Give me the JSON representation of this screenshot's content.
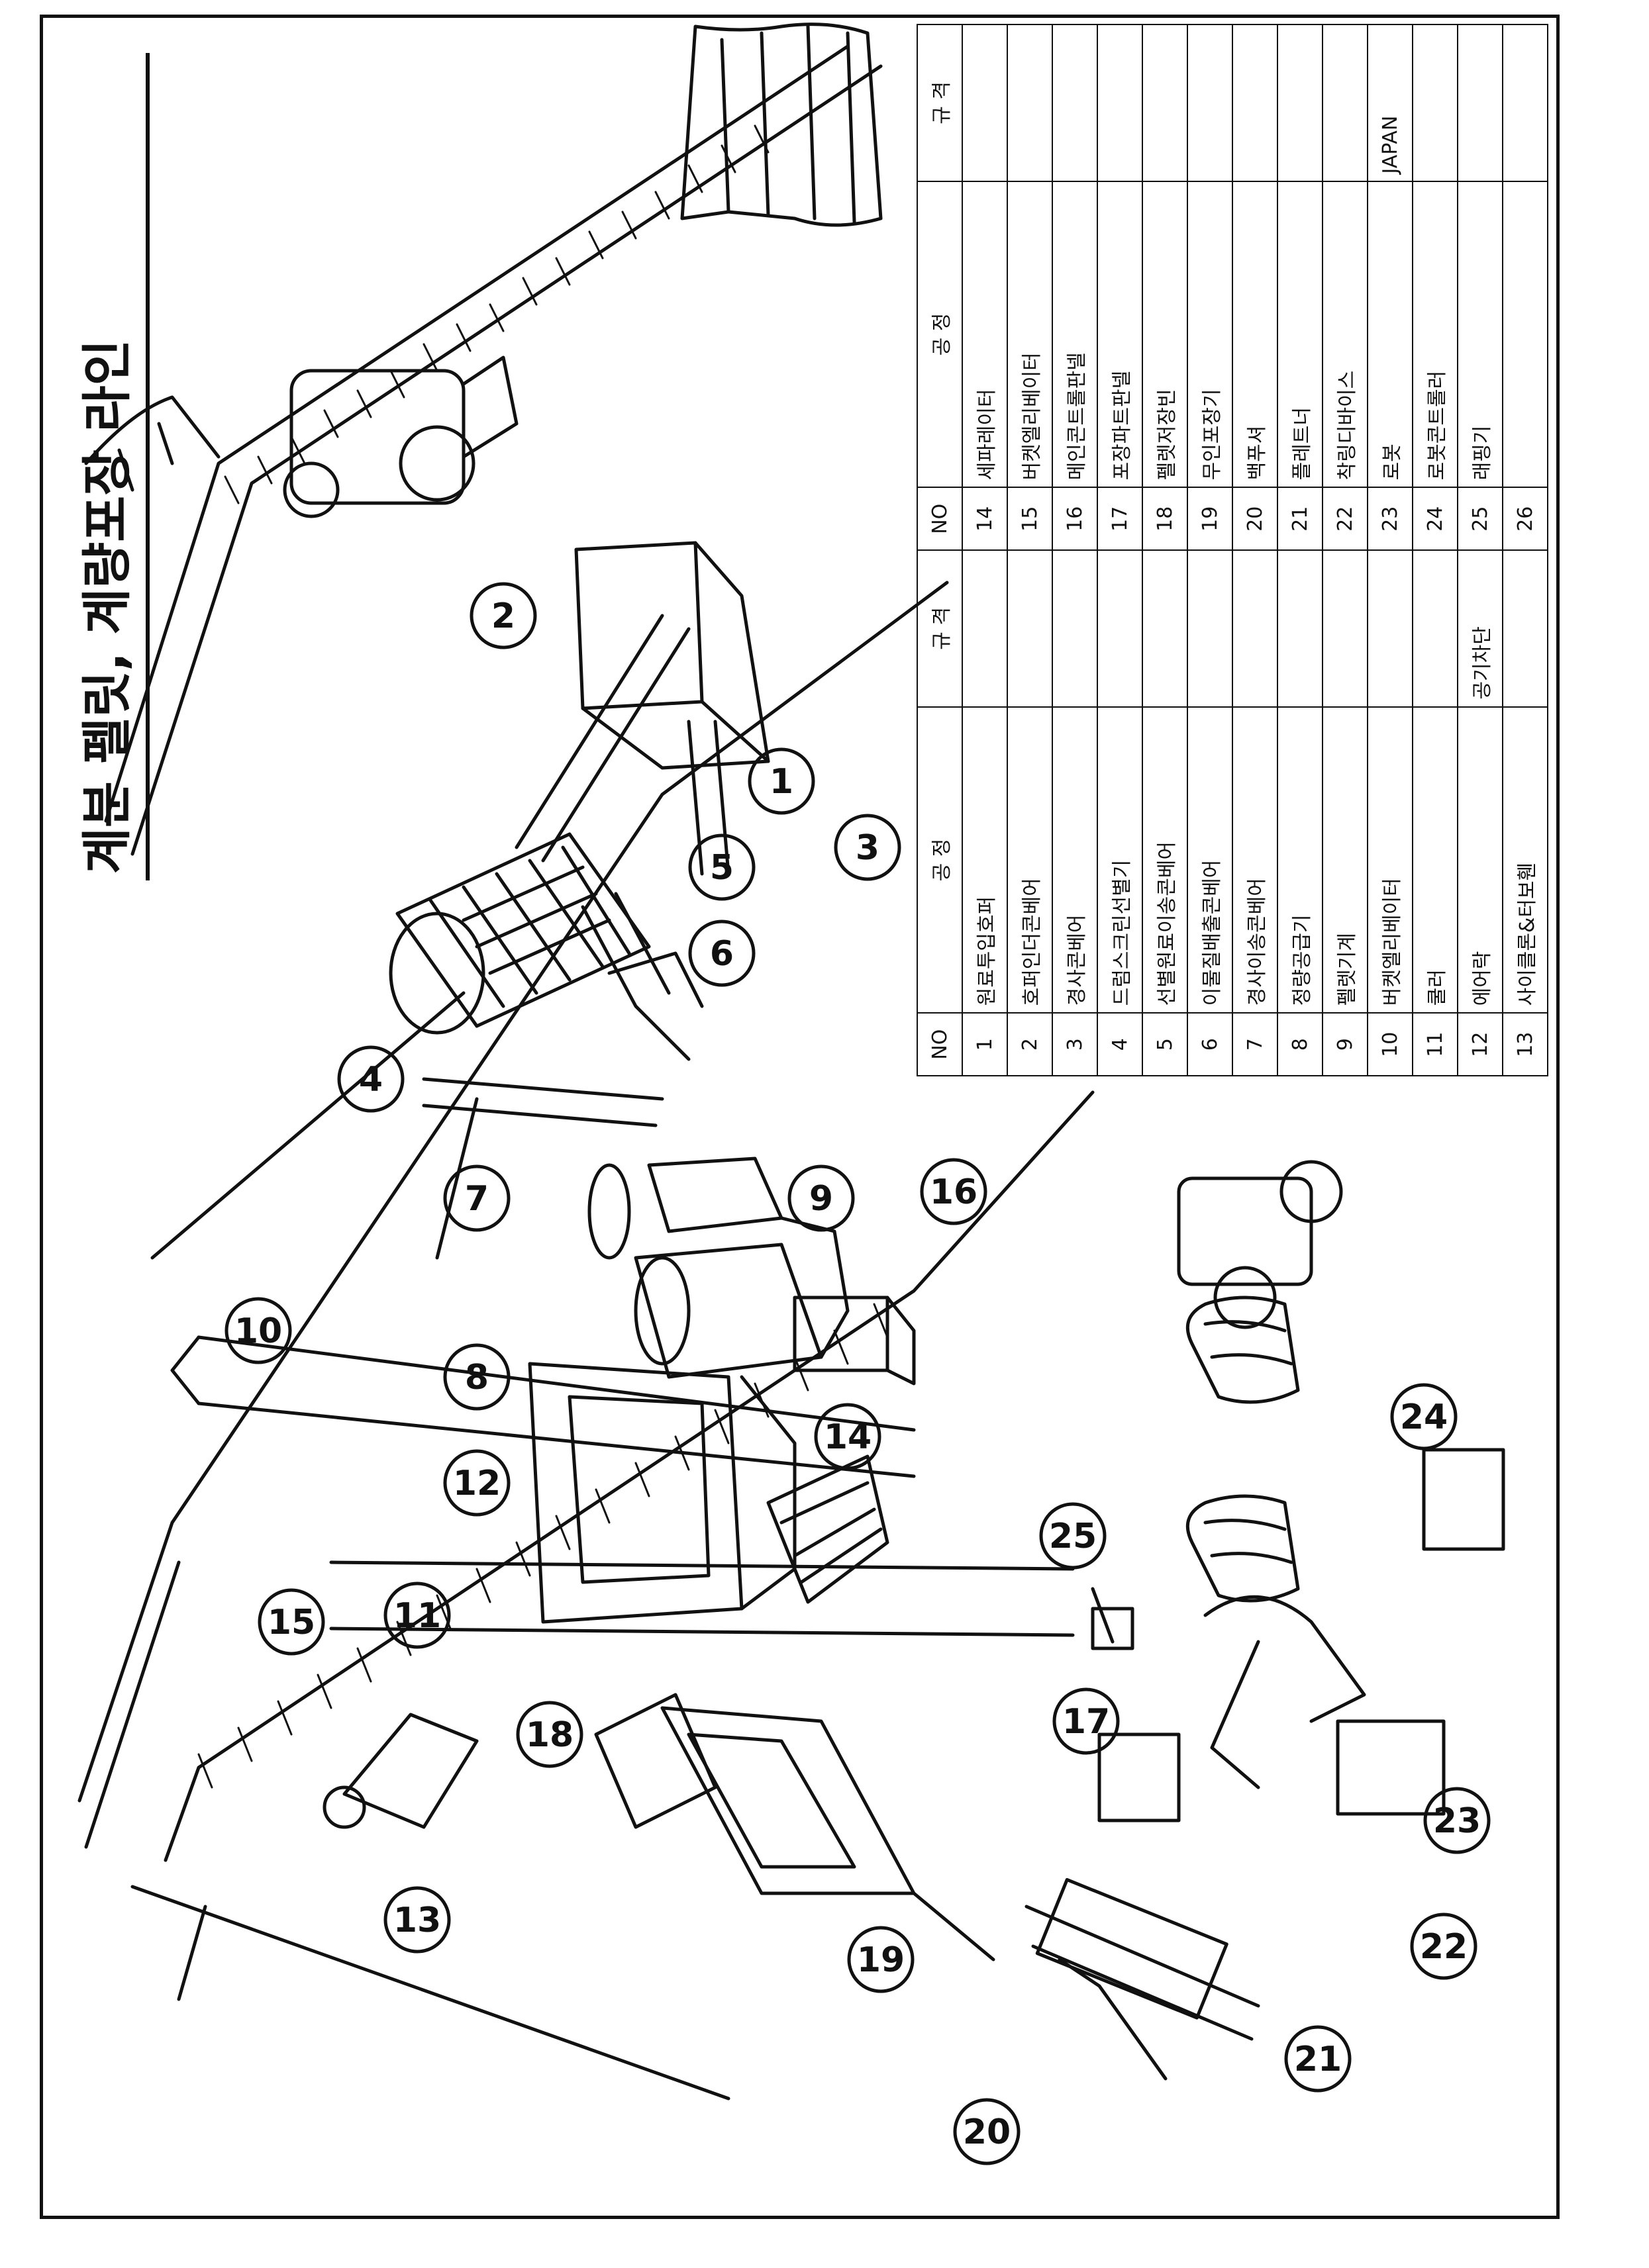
{
  "title": "계분 펠릿, 계량포장 라인",
  "table": {
    "headers": {
      "no": "NO",
      "process": "공 정",
      "spec": "규 격"
    },
    "rows_left": [
      {
        "no": "1",
        "process": "원료투입호퍼",
        "spec": ""
      },
      {
        "no": "2",
        "process": "호퍼인더콘베어",
        "spec": ""
      },
      {
        "no": "3",
        "process": "경사콘베어",
        "spec": ""
      },
      {
        "no": "4",
        "process": "드럼스크린선별기",
        "spec": ""
      },
      {
        "no": "5",
        "process": "선별원료이송콘베어",
        "spec": ""
      },
      {
        "no": "6",
        "process": "이물질배출콘베어",
        "spec": ""
      },
      {
        "no": "7",
        "process": "경사이송콘베어",
        "spec": ""
      },
      {
        "no": "8",
        "process": "정량공급기",
        "spec": ""
      },
      {
        "no": "9",
        "process": "펠렛기계",
        "spec": ""
      },
      {
        "no": "10",
        "process": "버켓엘리베이터",
        "spec": ""
      },
      {
        "no": "11",
        "process": "쿨러",
        "spec": ""
      },
      {
        "no": "12",
        "process": "에어락",
        "spec": "공기차단"
      },
      {
        "no": "13",
        "process": "사이클론&터보휀",
        "spec": ""
      }
    ],
    "rows_right": [
      {
        "no": "14",
        "process": "세파레이터",
        "spec": ""
      },
      {
        "no": "15",
        "process": "버켓엘리베이터",
        "spec": ""
      },
      {
        "no": "16",
        "process": "메인콘트롤판넬",
        "spec": ""
      },
      {
        "no": "17",
        "process": "포장파트판넬",
        "spec": ""
      },
      {
        "no": "18",
        "process": "펠렛저장빈",
        "spec": ""
      },
      {
        "no": "19",
        "process": "무인포장기",
        "spec": ""
      },
      {
        "no": "20",
        "process": "백푸셔",
        "spec": ""
      },
      {
        "no": "21",
        "process": "플레트너",
        "spec": ""
      },
      {
        "no": "22",
        "process": "착링디바이스",
        "spec": ""
      },
      {
        "no": "23",
        "process": "로봇",
        "spec": "JAPAN"
      },
      {
        "no": "24",
        "process": "로봇콘트롤러",
        "spec": ""
      },
      {
        "no": "25",
        "process": "래핑기",
        "spec": ""
      },
      {
        "no": "26",
        "process": "",
        "spec": ""
      }
    ]
  },
  "callouts": [
    "1",
    "2",
    "3",
    "4",
    "5",
    "6",
    "7",
    "8",
    "9",
    "10",
    "11",
    "12",
    "13",
    "14",
    "15",
    "16",
    "17",
    "18",
    "19",
    "20",
    "21",
    "22",
    "23",
    "24",
    "25"
  ]
}
